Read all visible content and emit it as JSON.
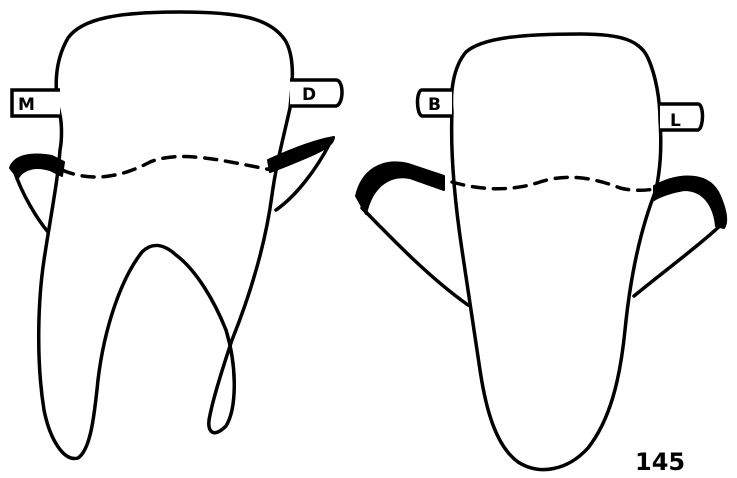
{
  "labels": {
    "left_tooth_mesial": "M",
    "left_tooth_distal": "D",
    "right_tooth_buccal": "B",
    "right_tooth_lingual": "L"
  },
  "page_number": "145"
}
